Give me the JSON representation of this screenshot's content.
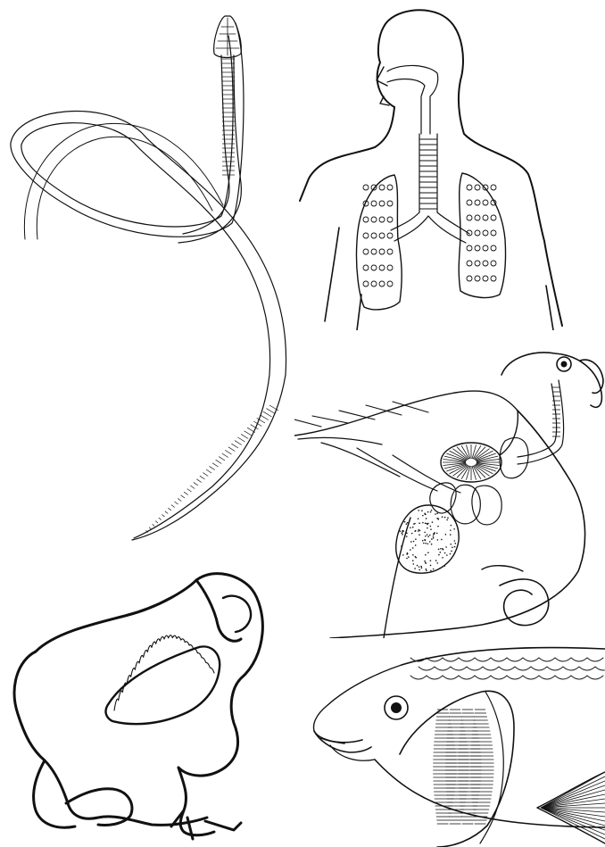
{
  "figure": {
    "panels": [
      {
        "id": "worm",
        "subject": "worm-icon"
      },
      {
        "id": "human",
        "subject": "human-respiratory-icon"
      },
      {
        "id": "bird",
        "subject": "bird-respiratory-icon"
      },
      {
        "id": "frog",
        "subject": "frog-skin-respiration-icon"
      },
      {
        "id": "fish",
        "subject": "fish-gills-icon"
      }
    ]
  }
}
